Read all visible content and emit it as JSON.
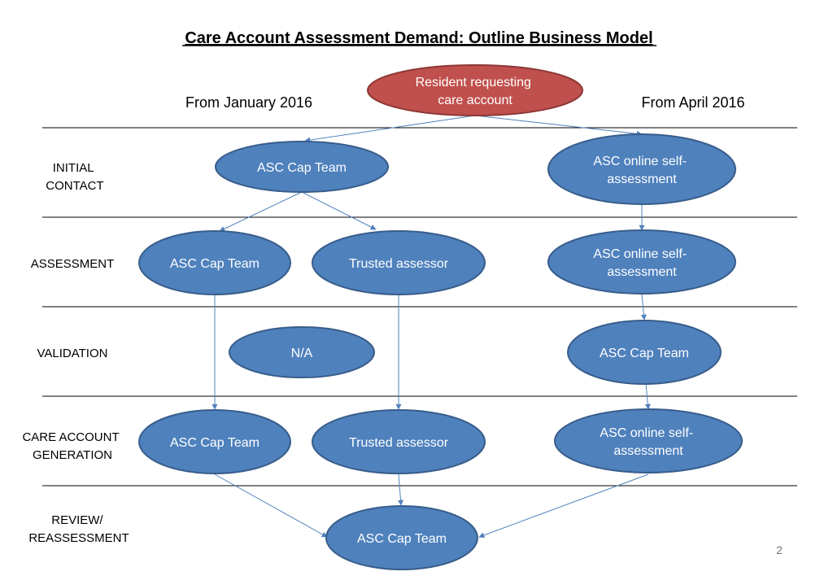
{
  "title": "Care Account Assessment Demand: Outline Business Model",
  "headings": {
    "left": "From January 2016",
    "right": "From April 2016"
  },
  "stages": [
    [
      "INITIAL",
      "CONTACT"
    ],
    [
      "ASSESSMENT"
    ],
    [
      "VALIDATION"
    ],
    [
      "CARE ACCOUNT",
      "GENERATION"
    ],
    [
      "REVIEW/",
      "REASSESSMENT"
    ]
  ],
  "nodes": {
    "resident": [
      "Resident requesting",
      "care account"
    ],
    "initial_cap": [
      "ASC Cap Team"
    ],
    "initial_online": [
      "ASC online self-",
      "assessment"
    ],
    "assess_cap": [
      "ASC Cap Team"
    ],
    "assess_trusted": [
      "Trusted assessor"
    ],
    "assess_online": [
      "ASC online self-",
      "assessment"
    ],
    "valid_na": [
      "N/A"
    ],
    "valid_cap": [
      "ASC Cap Team"
    ],
    "gen_cap": [
      "ASC Cap Team"
    ],
    "gen_trusted": [
      "Trusted assessor"
    ],
    "gen_online": [
      "ASC online self-",
      "assessment"
    ],
    "review_cap": [
      "ASC Cap Team"
    ]
  },
  "colors": {
    "node_fill": "#4F81BD",
    "node_stroke": "#385D8A",
    "resident_fill": "#C0504D",
    "resident_stroke": "#8C3836",
    "arrow": "#4F81BD",
    "divider": "#000000"
  },
  "page_number": "2"
}
